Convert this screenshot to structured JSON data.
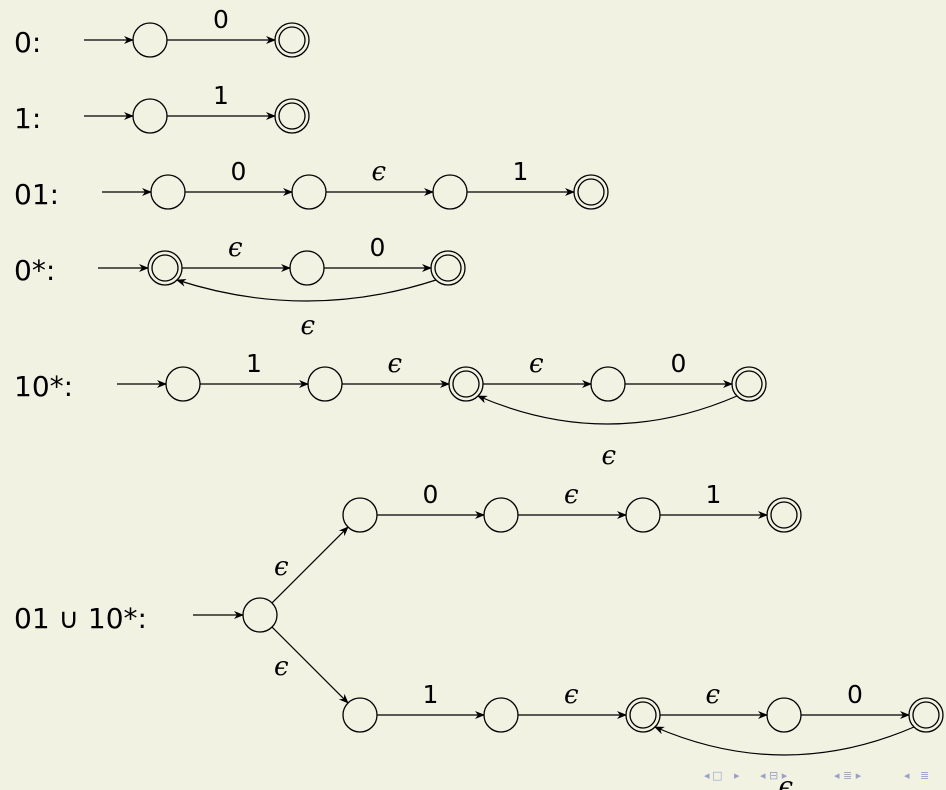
{
  "diagram": {
    "automata": [
      {
        "label": "0:",
        "states": [
          {
            "accept": false
          },
          {
            "accept": true
          }
        ],
        "transitions": [
          {
            "from": 0,
            "to": 1,
            "symbol": "0"
          }
        ]
      },
      {
        "label": "1:",
        "states": [
          {
            "accept": false
          },
          {
            "accept": true
          }
        ],
        "transitions": [
          {
            "from": 0,
            "to": 1,
            "symbol": "1"
          }
        ]
      },
      {
        "label": "01:",
        "states": [
          {
            "accept": false
          },
          {
            "accept": false
          },
          {
            "accept": false
          },
          {
            "accept": true
          }
        ],
        "transitions": [
          {
            "from": 0,
            "to": 1,
            "symbol": "0"
          },
          {
            "from": 1,
            "to": 2,
            "symbol": "ϵ"
          },
          {
            "from": 2,
            "to": 3,
            "symbol": "1"
          }
        ]
      },
      {
        "label": "0*:",
        "states": [
          {
            "accept": true
          },
          {
            "accept": false
          },
          {
            "accept": true
          }
        ],
        "transitions": [
          {
            "from": 0,
            "to": 1,
            "symbol": "ϵ"
          },
          {
            "from": 1,
            "to": 2,
            "symbol": "0"
          },
          {
            "from": 2,
            "to": 0,
            "symbol": "ϵ",
            "back": true
          }
        ]
      },
      {
        "label": "10*:",
        "states": [
          {
            "accept": false
          },
          {
            "accept": false
          },
          {
            "accept": true
          },
          {
            "accept": false
          },
          {
            "accept": true
          }
        ],
        "transitions": [
          {
            "from": 0,
            "to": 1,
            "symbol": "1"
          },
          {
            "from": 1,
            "to": 2,
            "symbol": "ϵ"
          },
          {
            "from": 2,
            "to": 3,
            "symbol": "ϵ"
          },
          {
            "from": 3,
            "to": 4,
            "symbol": "0"
          },
          {
            "from": 4,
            "to": 2,
            "symbol": "ϵ",
            "back": true
          }
        ]
      },
      {
        "label": "01 ∪ 10*:",
        "states": [
          {
            "accept": false
          },
          {
            "accept": false
          },
          {
            "accept": false
          },
          {
            "accept": false
          },
          {
            "accept": true
          },
          {
            "accept": false
          },
          {
            "accept": false
          },
          {
            "accept": true
          },
          {
            "accept": false
          },
          {
            "accept": true
          }
        ],
        "transitions": [
          {
            "from": 0,
            "to": 1,
            "symbol": "ϵ"
          },
          {
            "from": 1,
            "to": 2,
            "symbol": "0"
          },
          {
            "from": 2,
            "to": 3,
            "symbol": "ϵ"
          },
          {
            "from": 3,
            "to": 4,
            "symbol": "1"
          },
          {
            "from": 0,
            "to": 5,
            "symbol": "ϵ"
          },
          {
            "from": 5,
            "to": 6,
            "symbol": "1"
          },
          {
            "from": 6,
            "to": 7,
            "symbol": "ϵ"
          },
          {
            "from": 7,
            "to": 8,
            "symbol": "ϵ"
          },
          {
            "from": 8,
            "to": 9,
            "symbol": "0"
          },
          {
            "from": 9,
            "to": 7,
            "symbol": "ϵ",
            "back": true
          }
        ]
      }
    ]
  },
  "nav": {
    "color": "#9aa0c8",
    "icons": [
      "nav-first-icon",
      "nav-frame-icon",
      "nav-prev-icon",
      "nav-section-icon",
      "nav-next-icon",
      "nav-subsection-icon",
      "nav-last-icon"
    ]
  }
}
